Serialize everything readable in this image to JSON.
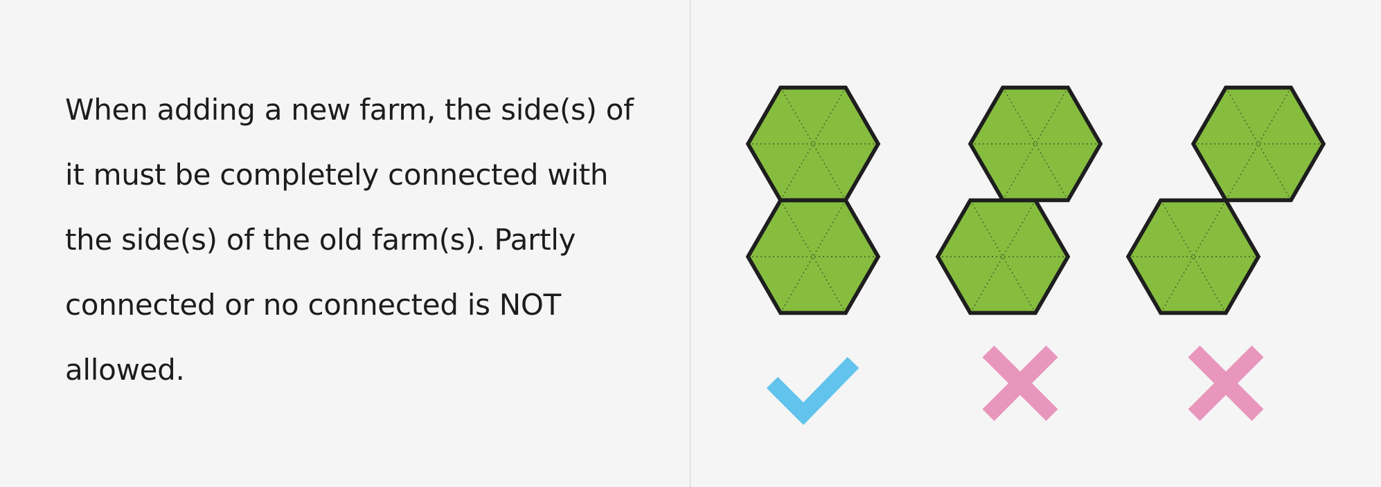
{
  "instruction": {
    "text": "When adding a new farm, the side(s) of it must be completely connected with the side(s) of the old farm(s). Partly connected or no connected is NOT allowed."
  },
  "examples": [
    {
      "name": "fully-connected",
      "verdict": "allowed",
      "mark_icon": "check-icon",
      "mark_color": "#62c3ec"
    },
    {
      "name": "partly-connected",
      "verdict": "not-allowed",
      "mark_icon": "cross-icon",
      "mark_color": "#e896bc"
    },
    {
      "name": "not-connected",
      "verdict": "not-allowed",
      "mark_icon": "cross-icon",
      "mark_color": "#e896bc"
    }
  ],
  "colors": {
    "background": "#f5f5f5",
    "farm_fill": "#86bd3f",
    "farm_outline": "#1e1e1e",
    "divider": "#cfcfcf",
    "text": "#1c1c1c"
  }
}
